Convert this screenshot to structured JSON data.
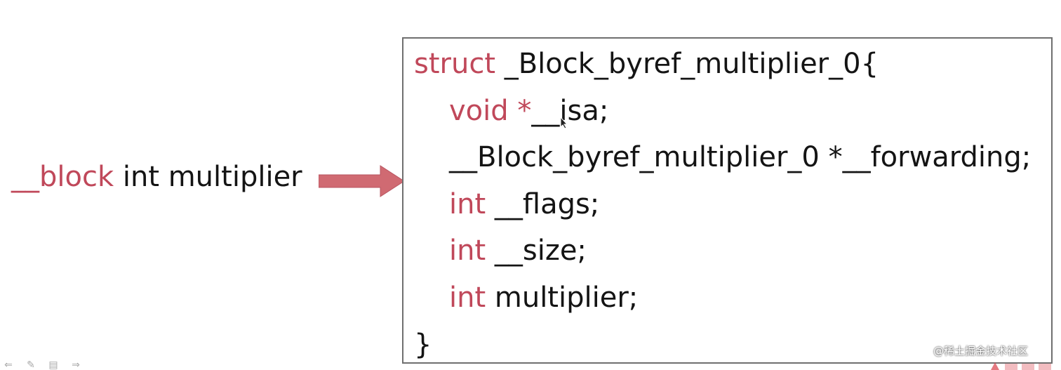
{
  "left_expression": {
    "keyword": "__block",
    "rest": " int multiplier"
  },
  "arrow": {
    "color": "#d06a72",
    "icon": "right-arrow"
  },
  "code": {
    "line0": {
      "kw": "struct",
      "rest": "  _Block_byref_multiplier_0{"
    },
    "line1": {
      "kw": "void *",
      "rest": "__isa;"
    },
    "line2": {
      "rest": "__Block_byref_multiplier_0 *__forwarding;"
    },
    "line3": {
      "kw": "int",
      "rest": " __flags;"
    },
    "line4": {
      "kw": "int",
      "rest": " __size;"
    },
    "line5": {
      "kw": "int",
      "rest": " multiplier;"
    },
    "line6": {
      "rest": "}"
    }
  },
  "watermark": "@稀土掘金技术社区",
  "colors": {
    "keyword": "#c0485a",
    "text": "#141414",
    "border": "#6f6f6f"
  },
  "player_controls": [
    "back-icon",
    "pen-icon",
    "screen-icon",
    "forward-icon"
  ]
}
